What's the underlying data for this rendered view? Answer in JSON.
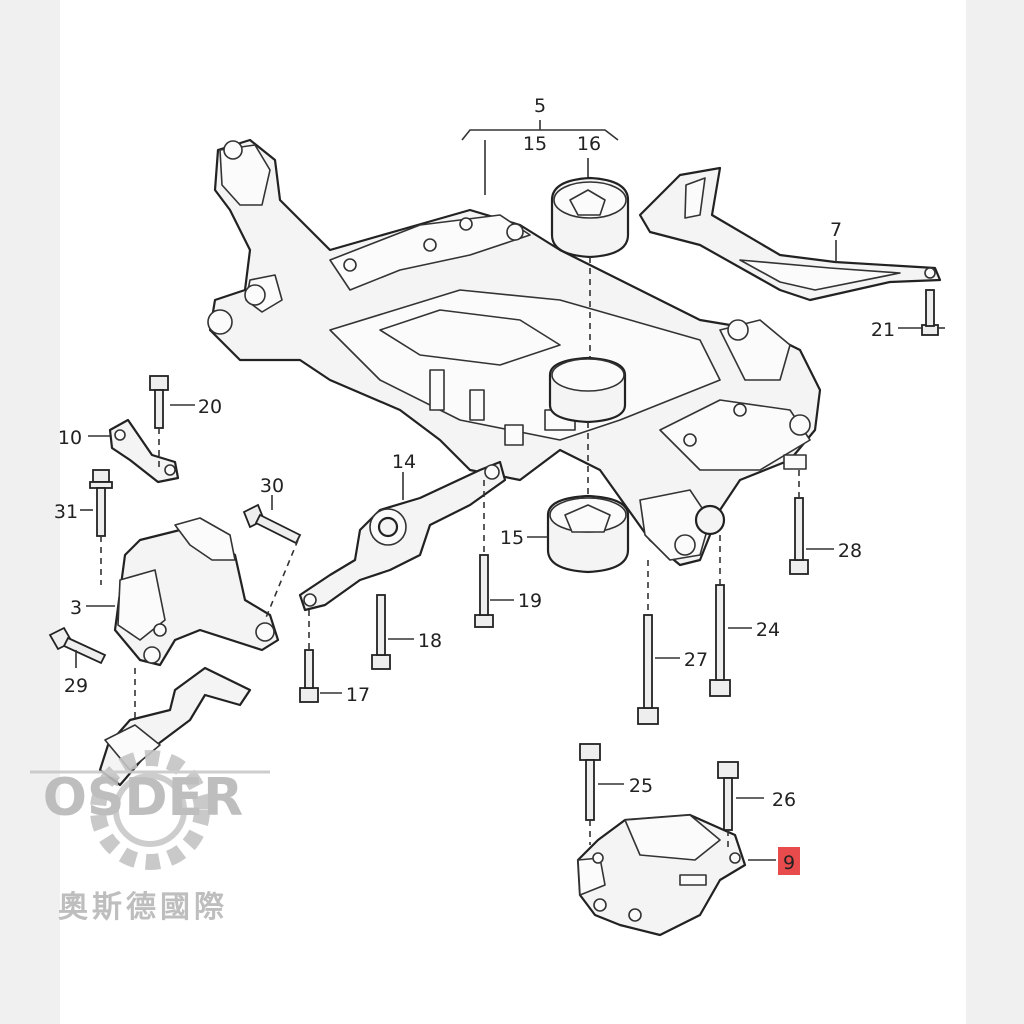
{
  "callouts": {
    "c5": "5",
    "c15a": "15",
    "c16": "16",
    "c7": "7",
    "c21": "21",
    "c20": "20",
    "c10": "10",
    "c14": "14",
    "c30": "30",
    "c31": "31",
    "c3": "3",
    "c29": "29",
    "c15b": "15",
    "c19": "19",
    "c18": "18",
    "c17": "17",
    "c28": "28",
    "c24": "24",
    "c27": "27",
    "c25": "25",
    "c26": "26",
    "c9": "9"
  },
  "highlight_color": "#e84b4b",
  "watermark": {
    "brand": "OSDER",
    "subtitle": "奧斯德國際"
  }
}
